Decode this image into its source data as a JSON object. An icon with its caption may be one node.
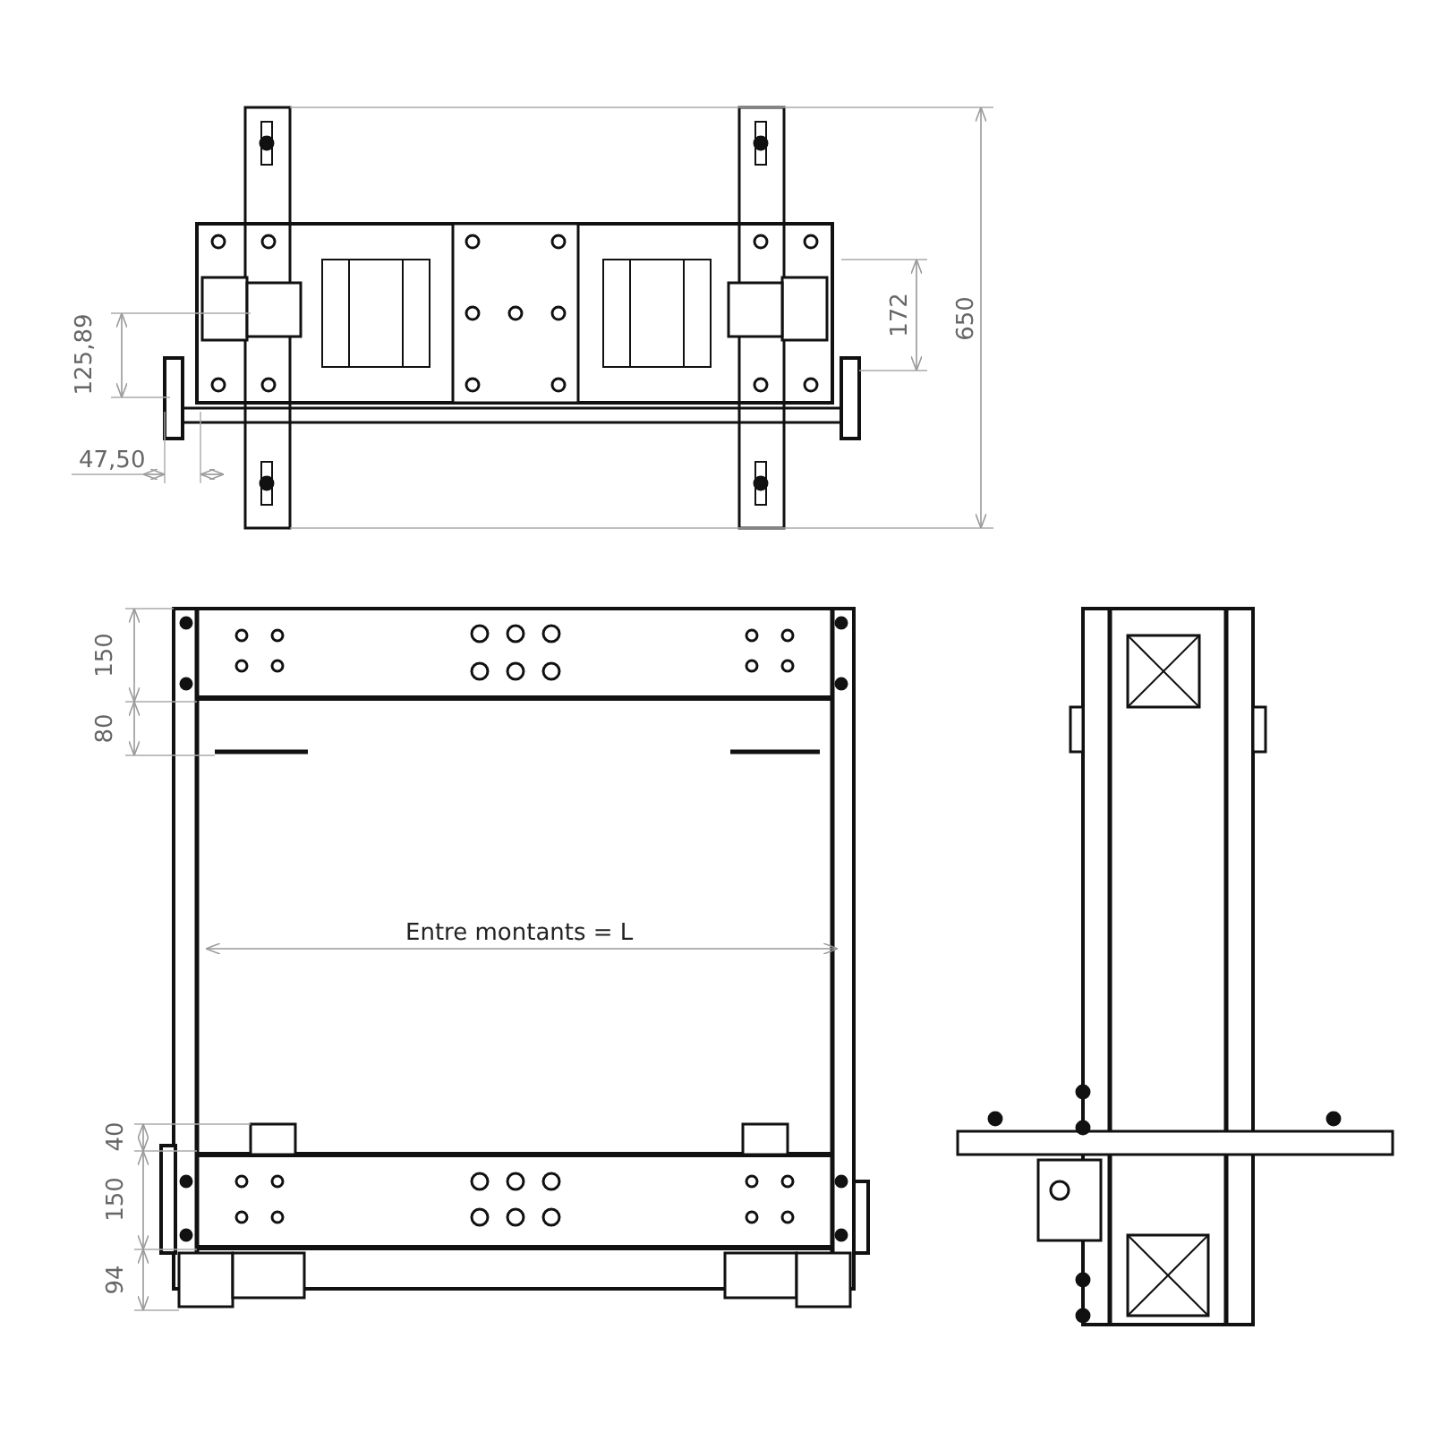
{
  "diagram": {
    "labels": [
      "172",
      "650",
      "125,89",
      "47,50",
      "150",
      "80",
      "Entre montants = L",
      "40",
      "150",
      "94"
    ]
  }
}
